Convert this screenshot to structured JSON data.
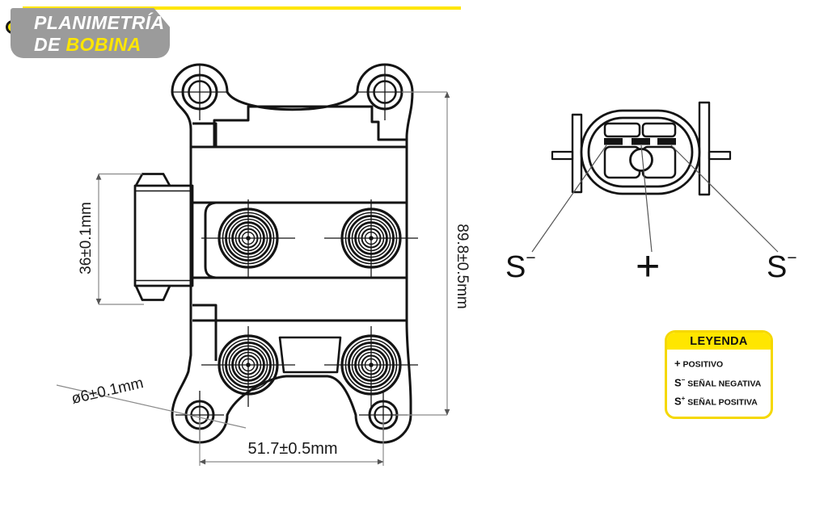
{
  "banner": {
    "title_line1": "PLANIMETRÍA",
    "title_line2_prefix": "DE ",
    "title_line2_highlight": "BOBINA"
  },
  "colors": {
    "accent_yellow": "#FFE600",
    "banner_gray": "#9B9B9B",
    "line_black": "#1A1A1A",
    "dim_gray": "#8A8A8A"
  },
  "drawing": {
    "dimensions": {
      "connector_height": "36±0.1mm",
      "body_height": "89.8±0.5mm",
      "hole_spacing": "51.7±0.5mm",
      "hole_diameter": "ø6±0.1mm"
    }
  },
  "connector_view": {
    "pin_labels": [
      {
        "base": "S",
        "sup": "−"
      },
      {
        "base": "+",
        "sup": ""
      },
      {
        "base": "S",
        "sup": "−"
      }
    ]
  },
  "legend": {
    "title": "LEYENDA",
    "rows": [
      {
        "symbol": "+",
        "sup": "",
        "label": "POSITIVO"
      },
      {
        "symbol": "S",
        "sup": "−",
        "label": "SEÑAL NEGATIVA"
      },
      {
        "symbol": "S",
        "sup": "+",
        "label": "SEÑAL POSITIVA"
      }
    ]
  }
}
